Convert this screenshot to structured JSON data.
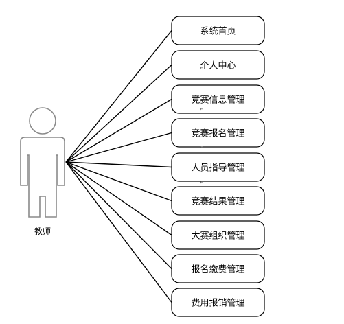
{
  "actor": {
    "label": "教师",
    "icon": "person-icon"
  },
  "use_cases": [
    {
      "label": "系统首页"
    },
    {
      "label": "个人中心"
    },
    {
      "label": "竞赛信息管理"
    },
    {
      "label": "竞赛报名管理"
    },
    {
      "label": "人员指导管理"
    },
    {
      "label": "竞赛结果管理"
    },
    {
      "label": "大赛组织管理"
    },
    {
      "label": "报名缴费管理"
    },
    {
      "label": "费用报销管理"
    }
  ],
  "paragraph_mark": "↵"
}
